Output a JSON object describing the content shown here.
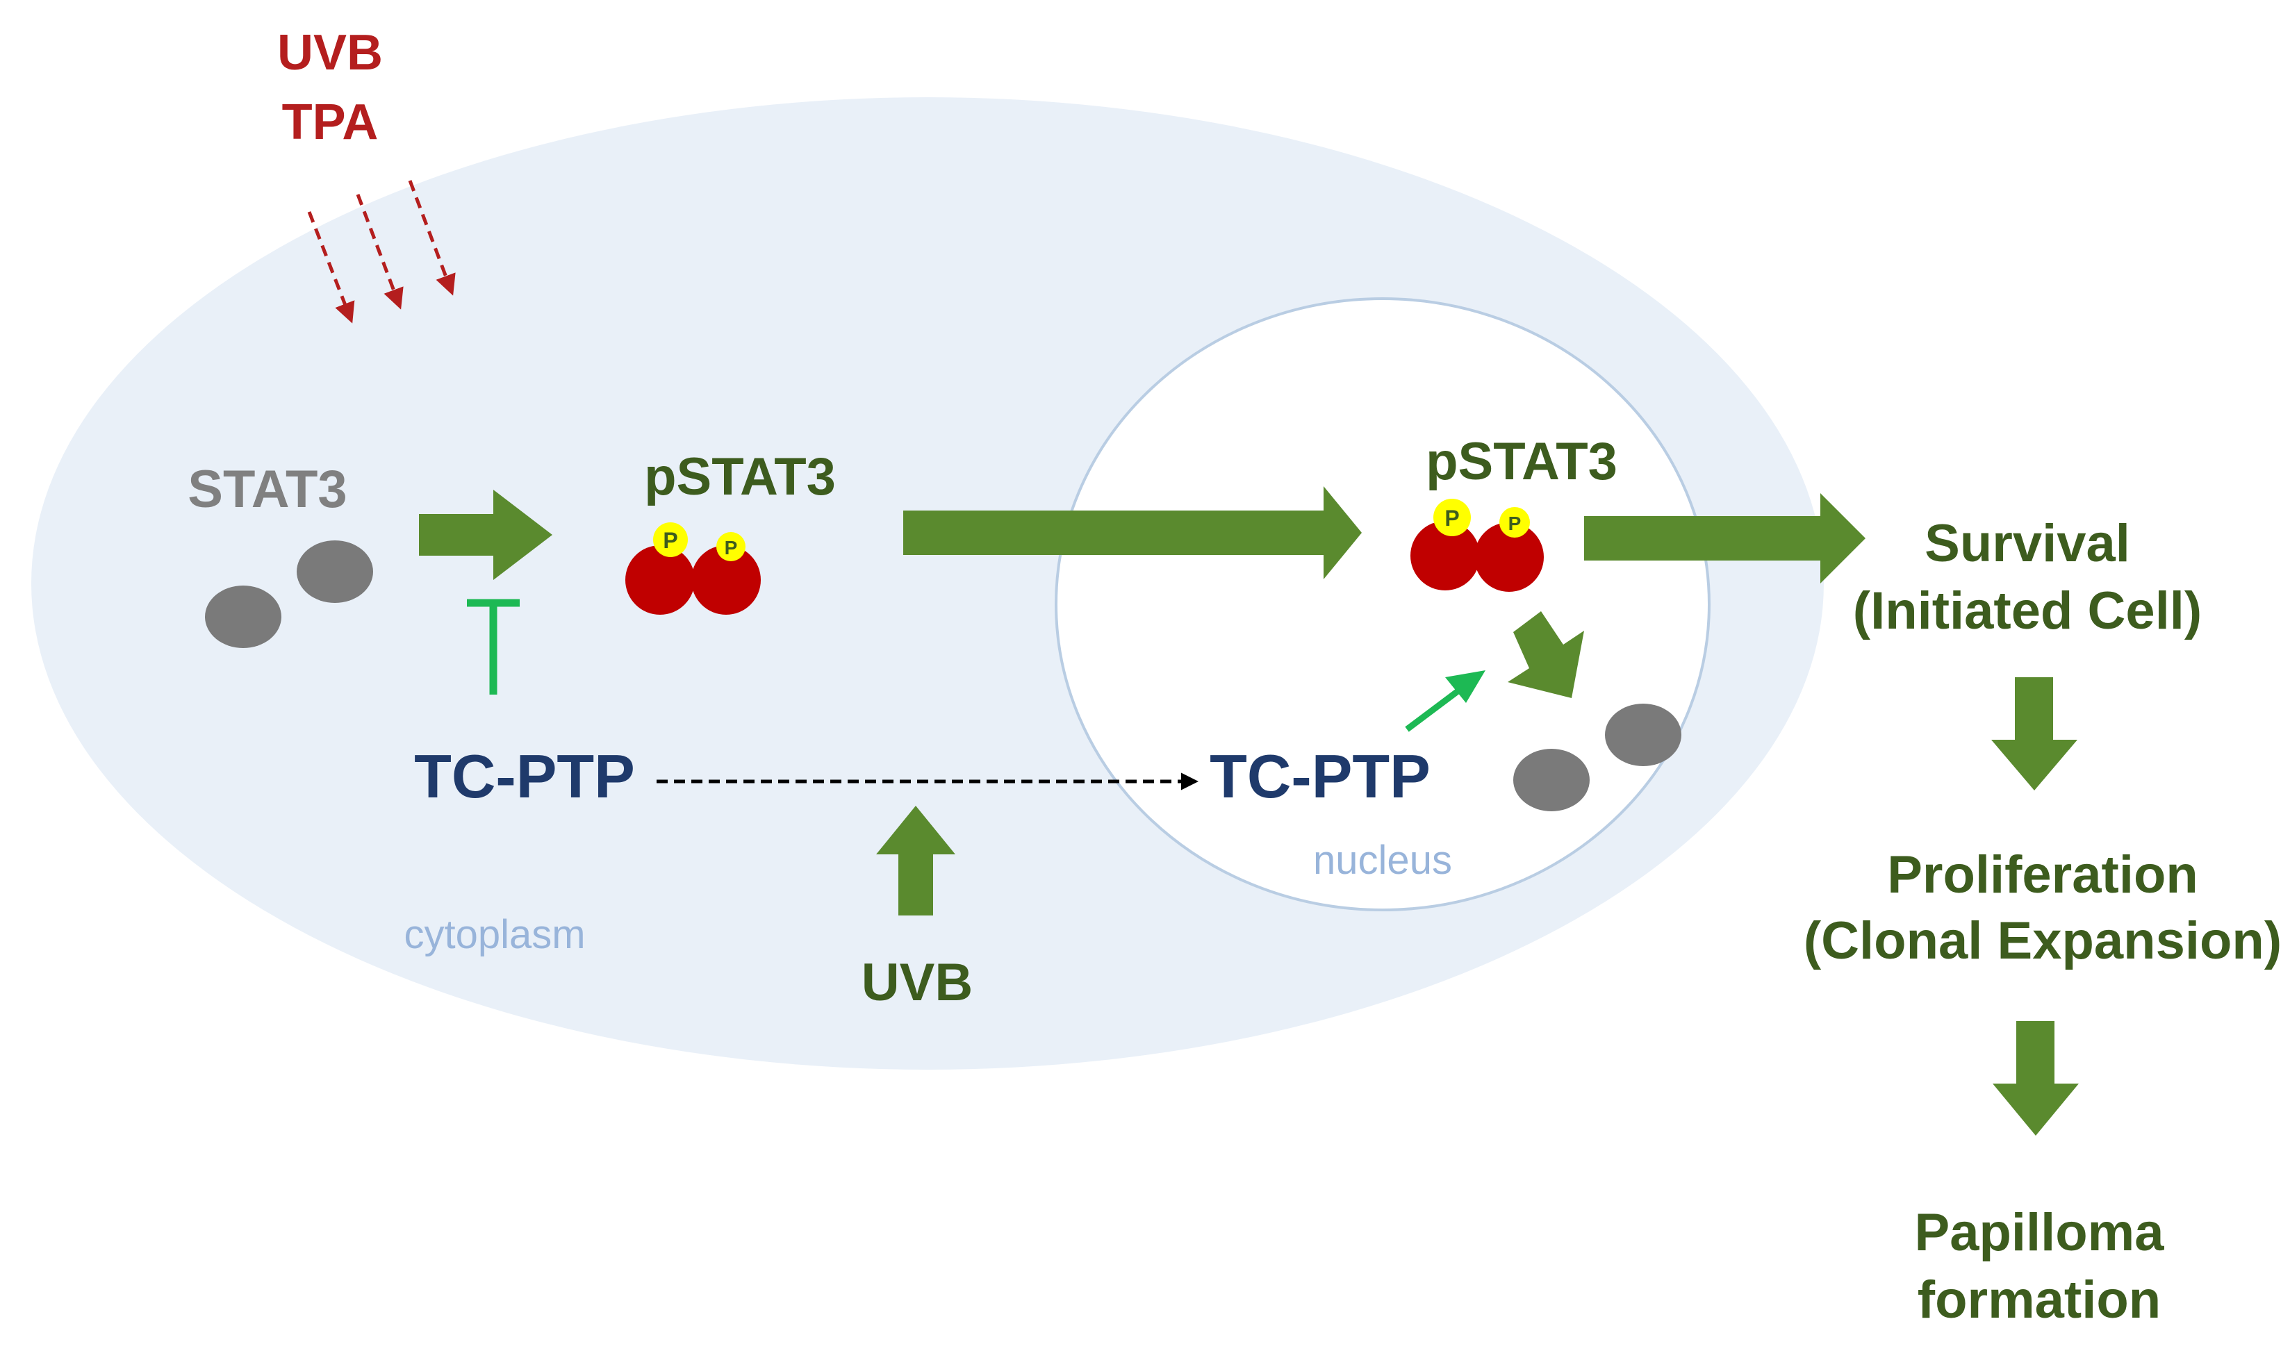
{
  "labels": {
    "stimulus_line1": "UVB",
    "stimulus_line2": "TPA",
    "stat3": "STAT3",
    "pstat3_cytoplasm": "pSTAT3",
    "pstat3_nucleus": "pSTAT3",
    "tcptp_cytoplasm": "TC-PTP",
    "tcptp_nucleus": "TC-PTP",
    "uvb_bottom": "UVB",
    "cytoplasm": "cytoplasm",
    "nucleus": "nucleus",
    "phospho": "P",
    "survival_line1": "Survival",
    "survival_line2": "(Initiated Cell)",
    "proliferation_line1": "Proliferation",
    "proliferation_line2": "(Clonal Expansion)",
    "papilloma_line1": "Papilloma",
    "papilloma_line2": "formation"
  },
  "colors": {
    "cell": "#e9f0f8",
    "nucleus_fill": "#ffffff",
    "nucleus_stroke": "#b9cde3",
    "green_arrow": "#5a8a2e",
    "bright_green": "#1db954",
    "stimulus_red": "#b41e1e",
    "dark_green_text": "#3d5c1e",
    "navy_text": "#1f3a6b",
    "gray_text": "#808080",
    "compartment_text": "#98b4da",
    "protein_gray": "#7a7a7a",
    "dimer_red": "#c00000",
    "phospho_yellow": "#ffff00"
  }
}
